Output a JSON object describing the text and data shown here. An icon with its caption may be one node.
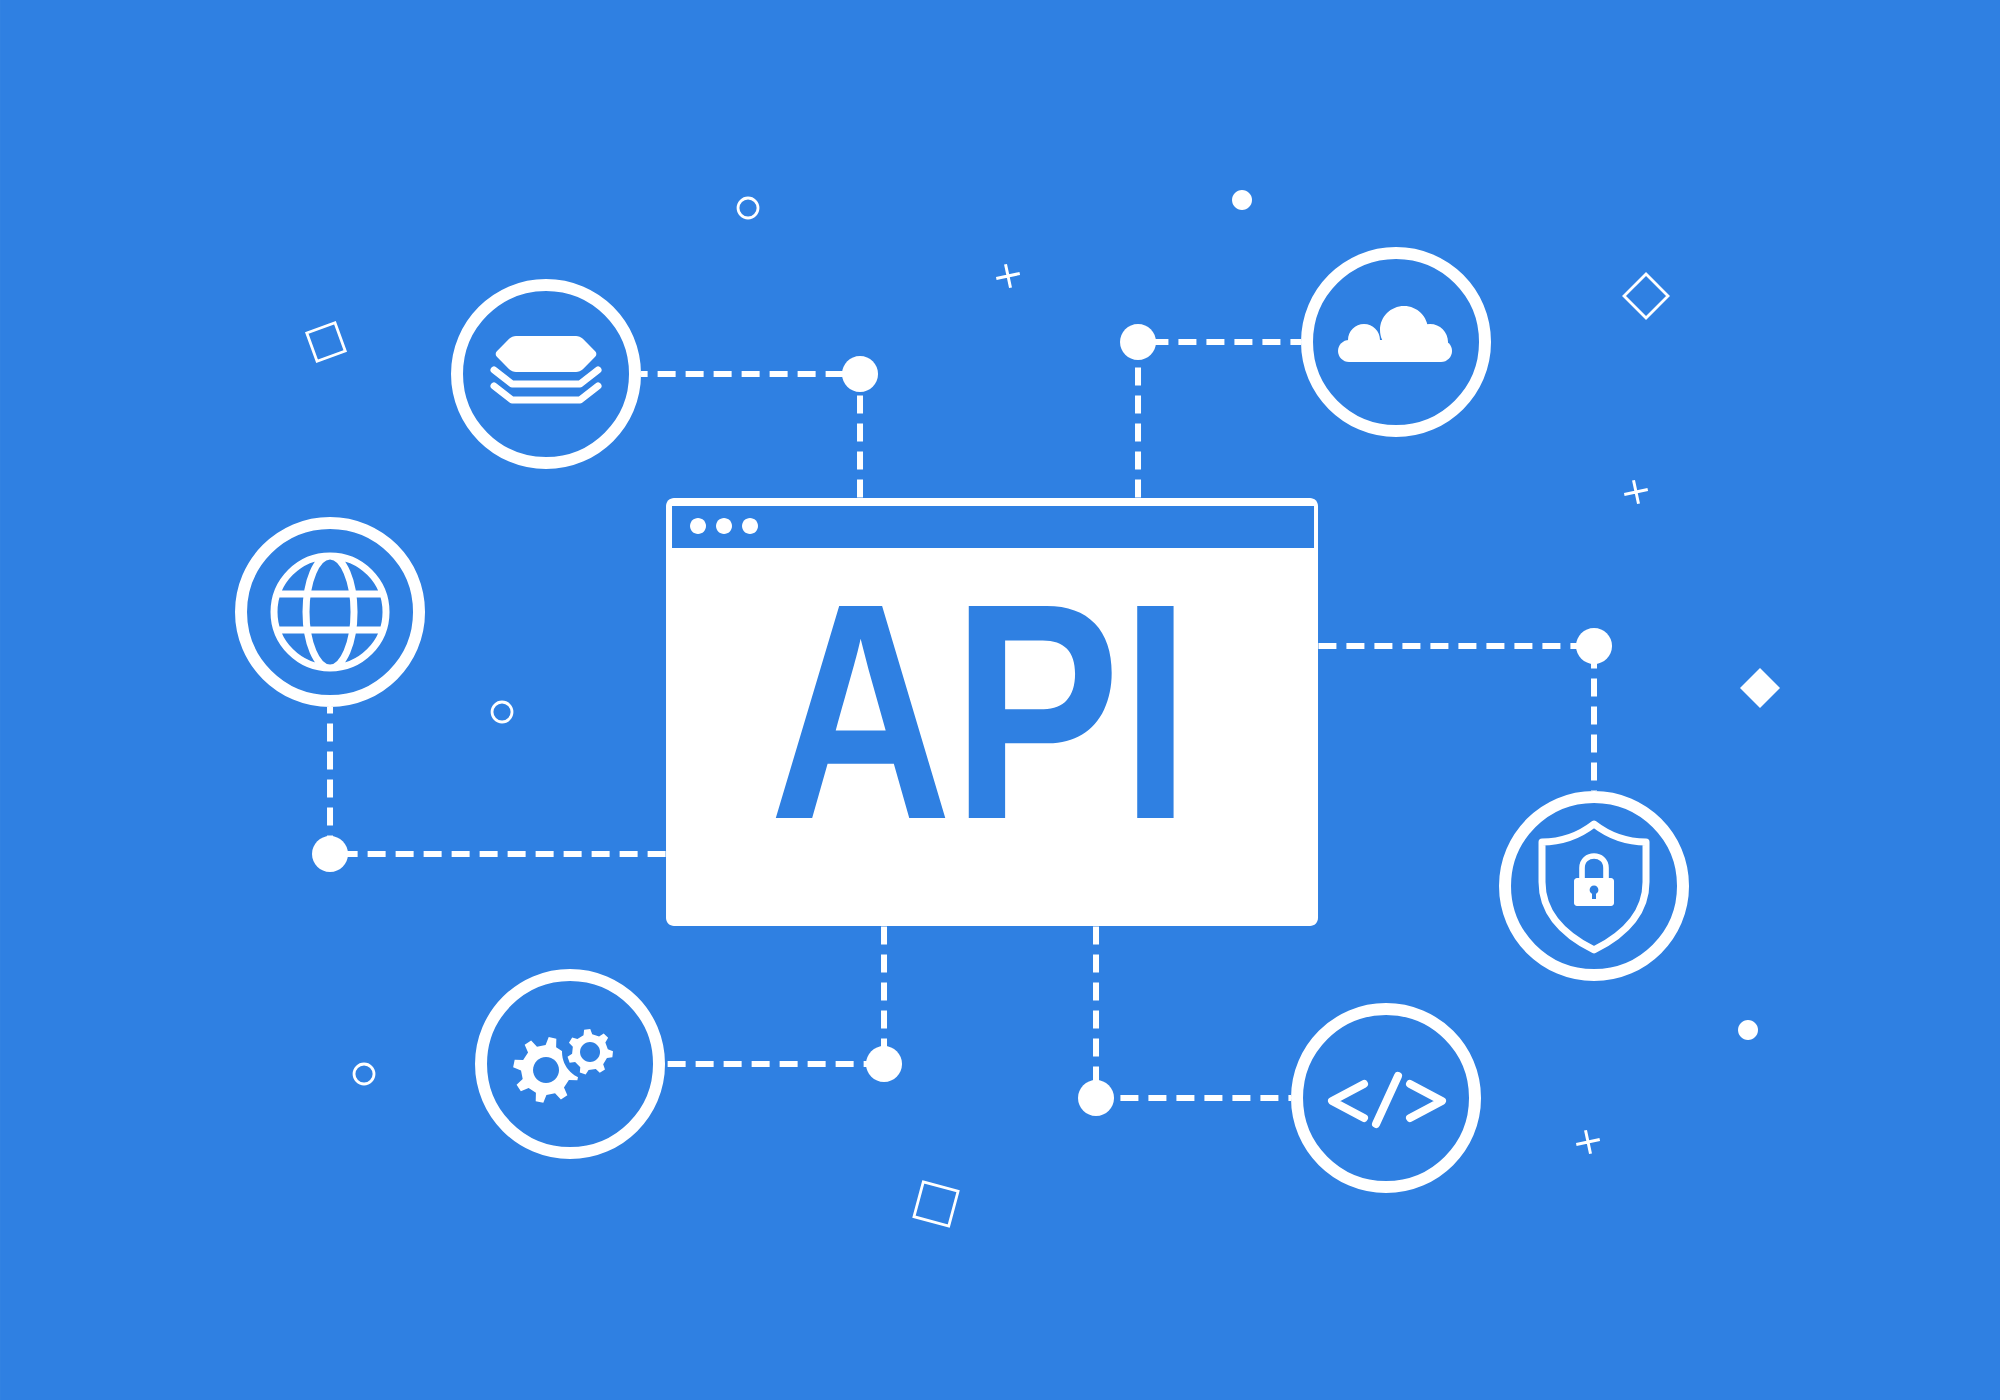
{
  "diagram": {
    "nodes": [
      {
        "text": [],
        "shape": "circle"
      },
      {
        "text": [],
        "shape": "circle"
      },
      {
        "text": [],
        "shape": "circle"
      },
      {
        "text": [
          "API"
        ]
      },
      {
        "text": [],
        "shape": "circle"
      },
      {
        "text": [],
        "shape": "circle"
      },
      {
        "text": [],
        "shape": "circle"
      }
    ],
    "edges": [
      {
        "from": 3,
        "to": 0,
        "arrow": "none",
        "style": "dashed"
      },
      {
        "from": 3,
        "to": 1,
        "arrow": "none",
        "style": "dashed"
      },
      {
        "from": 3,
        "to": 2,
        "arrow": "none",
        "style": "dashed"
      },
      {
        "from": 3,
        "to": 4,
        "arrow": "none",
        "style": "dashed"
      },
      {
        "from": 3,
        "to": 5,
        "arrow": "none",
        "style": "dashed"
      },
      {
        "from": 3,
        "to": 6,
        "arrow": "none",
        "style": "dashed"
      }
    ]
  }
}
